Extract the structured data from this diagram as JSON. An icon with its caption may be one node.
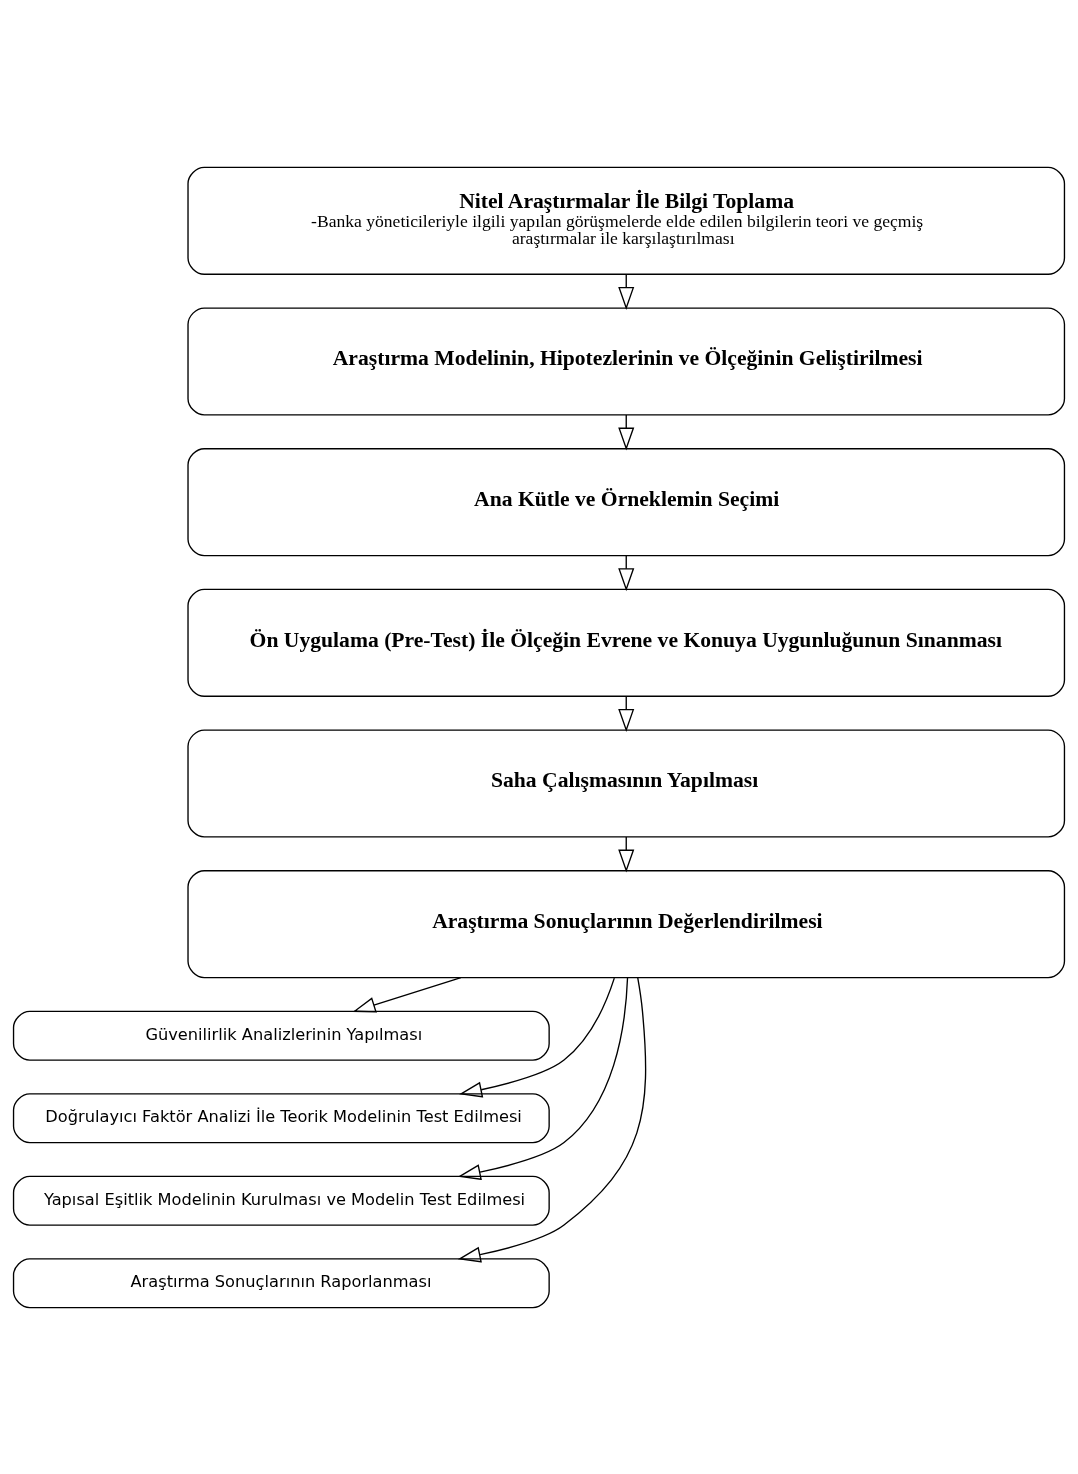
{
  "diagram": {
    "nodes": [
      {
        "text": [
          "Nitel Araştırmalar İle Bilgi Toplama",
          "-Banka yöneticileriyle ilgili yapılan görüşmelerde elde edilen bilgilerin teori ve geçmiş araştırmalar ile karşılaştırılması"
        ]
      },
      {
        "text": [
          "Araştırma Modelinin, Hipotezlerinin ve Ölçeğinin Geliştirilmesi"
        ]
      },
      {
        "text": [
          "Ana Kütle ve Örneklemin Seçimi"
        ]
      },
      {
        "text": [
          "Ön Uygulama (Pre-Test) İle Ölçeğin Evrene ve Konuya Uygunluğunun Sınanması"
        ]
      },
      {
        "text": [
          "Saha Çalışmasının Yapılması"
        ]
      },
      {
        "text": [
          "Araştırma Sonuçlarının Değerlendirilmesi"
        ]
      },
      {
        "text": [
          "Güvenilirlik Analizlerinin Yapılması"
        ]
      },
      {
        "text": [
          "Doğrulayıcı Faktör Analizi İle Teorik Modelinin Test Edilmesi"
        ]
      },
      {
        "text": [
          "Yapısal Eşitlik Modelinin Kurulması ve Modelin Test Edilmesi"
        ]
      },
      {
        "text": [
          "Araştırma Sonuçlarının Raporlanması"
        ]
      }
    ],
    "edges": [
      {
        "from": 0,
        "to": 1,
        "arrow": "to"
      },
      {
        "from": 1,
        "to": 2,
        "arrow": "to"
      },
      {
        "from": 2,
        "to": 3,
        "arrow": "to"
      },
      {
        "from": 3,
        "to": 4,
        "arrow": "to"
      },
      {
        "from": 4,
        "to": 5,
        "arrow": "to"
      },
      {
        "from": 5,
        "to": 6,
        "arrow": "to"
      },
      {
        "from": 5,
        "to": 7,
        "arrow": "to"
      },
      {
        "from": 5,
        "to": 8,
        "arrow": "to"
      },
      {
        "from": 5,
        "to": 9,
        "arrow": "to"
      }
    ]
  }
}
